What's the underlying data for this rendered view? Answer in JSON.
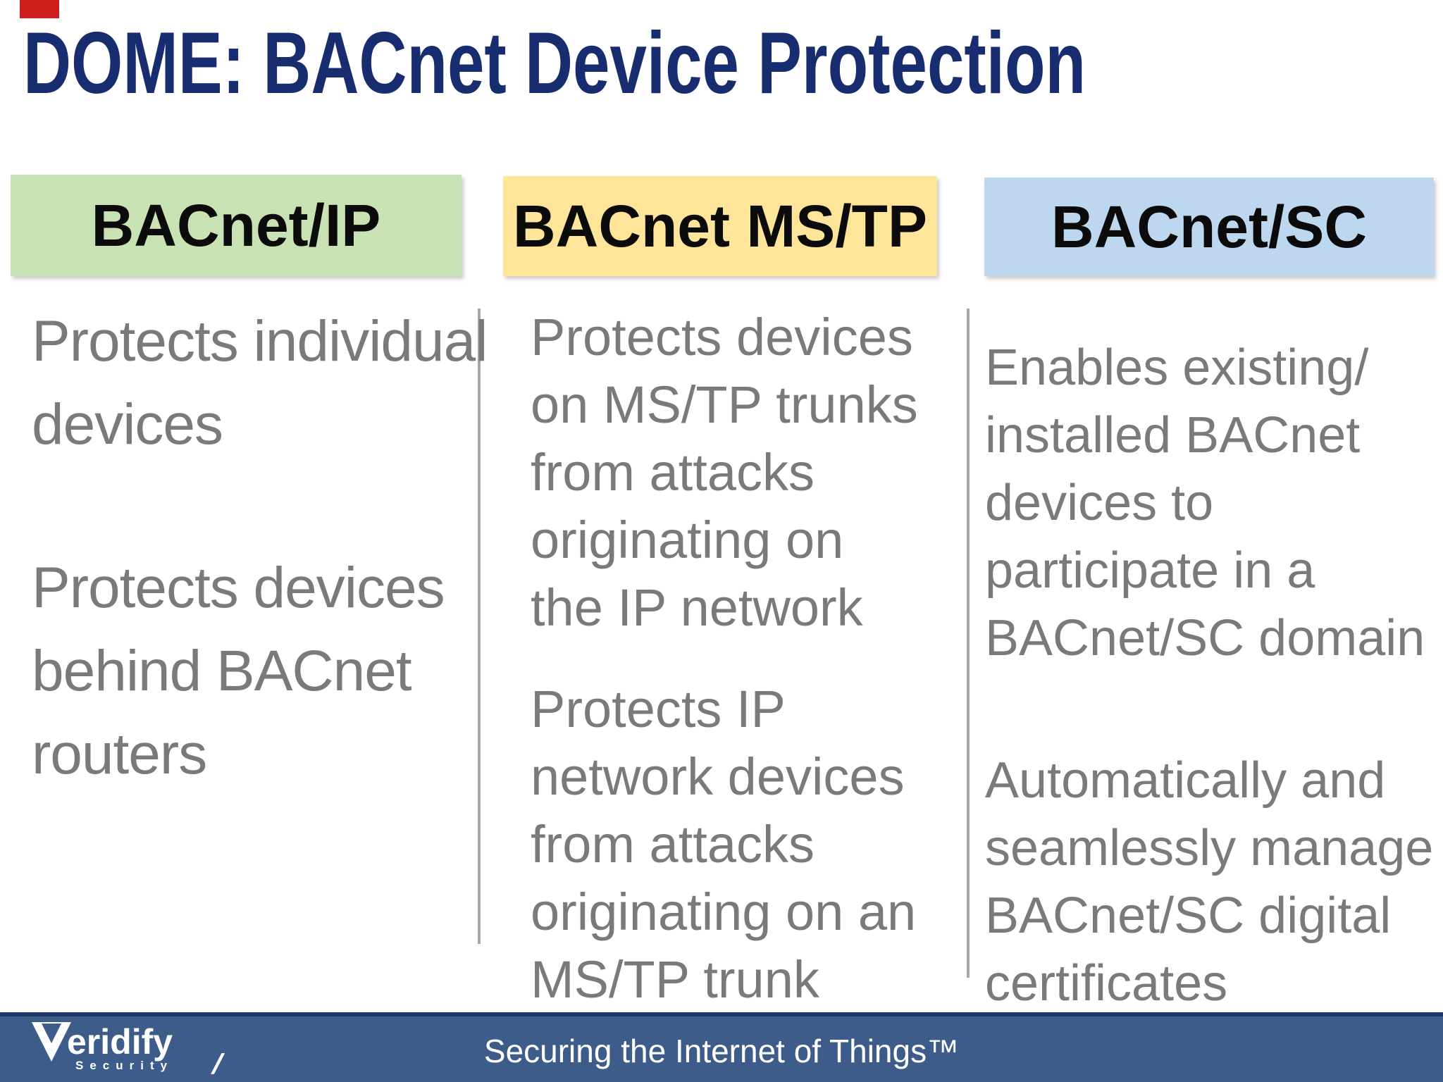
{
  "title": "DOME: BACnet Device Protection",
  "marker": {
    "description": "red-rectangle-artifact",
    "color": "#d01f1f"
  },
  "columns": [
    {
      "header": "BACnet/IP",
      "header_bg": "#c9e2b3",
      "paragraphs": [
        "Protects individual\ndevices",
        "Protects devices\nbehind BACnet\nrouters"
      ]
    },
    {
      "header": "BACnet MS/TP",
      "header_bg": "#fee599",
      "paragraphs": [
        "Protects devices\non MS/TP trunks\nfrom attacks\noriginating on\nthe IP network",
        "Protects IP\nnetwork devices\nfrom attacks\noriginating on an\nMS/TP trunk"
      ]
    },
    {
      "header": "BACnet/SC",
      "header_bg": "#bdd7ee",
      "paragraphs": [
        "Enables existing/\ninstalled BACnet\ndevices to\nparticipate in a\nBACnet/SC domain",
        "Automatically and\nseamlessly manage\nBACnet/SC digital\ncertificates"
      ]
    }
  ],
  "footer": {
    "logo_brand": "Veridify",
    "logo_brand_rest": "eridify",
    "logo_sub": "Security",
    "logo_slash": "/",
    "tagline": "Securing the Internet of Things™",
    "bar_color": "#3e5c8a",
    "bar_top_border_color": "#203a66"
  },
  "colors": {
    "title_text": "#182d70",
    "body_text": "#7a7a7a",
    "divider": "#a6a6a6",
    "header_text": "#0b0b0b"
  }
}
